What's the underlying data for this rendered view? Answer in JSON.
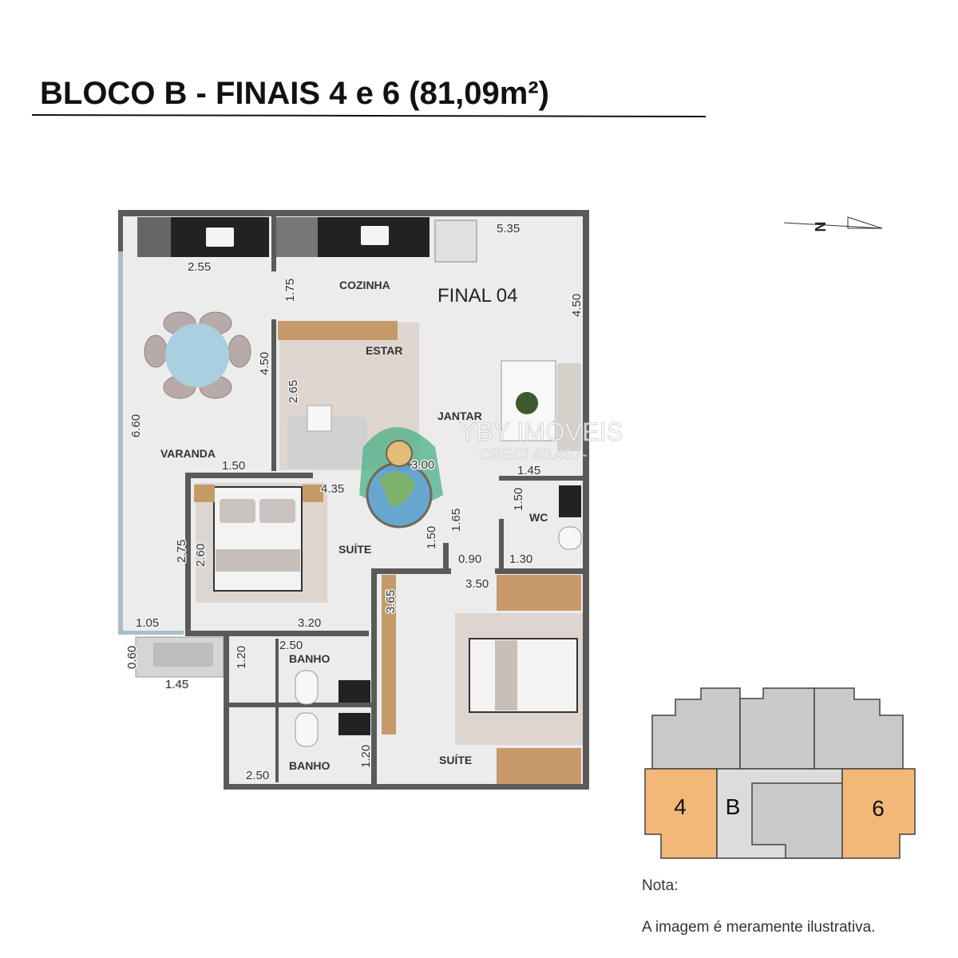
{
  "title": "BLOCO B - FINAIS 4 e 6 (81,09m²)",
  "compass": {
    "label": "N"
  },
  "plan": {
    "unit_label": "FINAL 04",
    "rooms": {
      "cozinha": "COZINHA",
      "estar": "ESTAR",
      "jantar": "JANTAR",
      "varanda": "VARANDA",
      "suite1": "SUÍTE",
      "suite2": "SUÍTE",
      "wc": "WC",
      "banho1": "BANHO",
      "banho2": "BANHO"
    },
    "dimensions": [
      "5.35",
      "2.55",
      "1.75",
      "4.50",
      "4.50",
      "2.65",
      "6.60",
      "1.50",
      "3.00",
      "1.45",
      "4.35",
      "1.50",
      "1.65",
      "1.50",
      "2.75",
      "2.60",
      "0.90",
      "1.30",
      "3.50",
      "3.65",
      "1.05",
      "3.20",
      "2.50",
      "0.60",
      "1.20",
      "1.45",
      "1.20",
      "2.50"
    ]
  },
  "watermark": {
    "name": "YBY IMÓVEIS",
    "creci": "CRECI 40.457-"
  },
  "key_plan": {
    "block": "B",
    "unit_left": "4",
    "unit_right": "6",
    "highlight_color": "#f3b878"
  },
  "note": {
    "label": "Nota:",
    "text": "A imagem é meramente ilustrativa."
  }
}
